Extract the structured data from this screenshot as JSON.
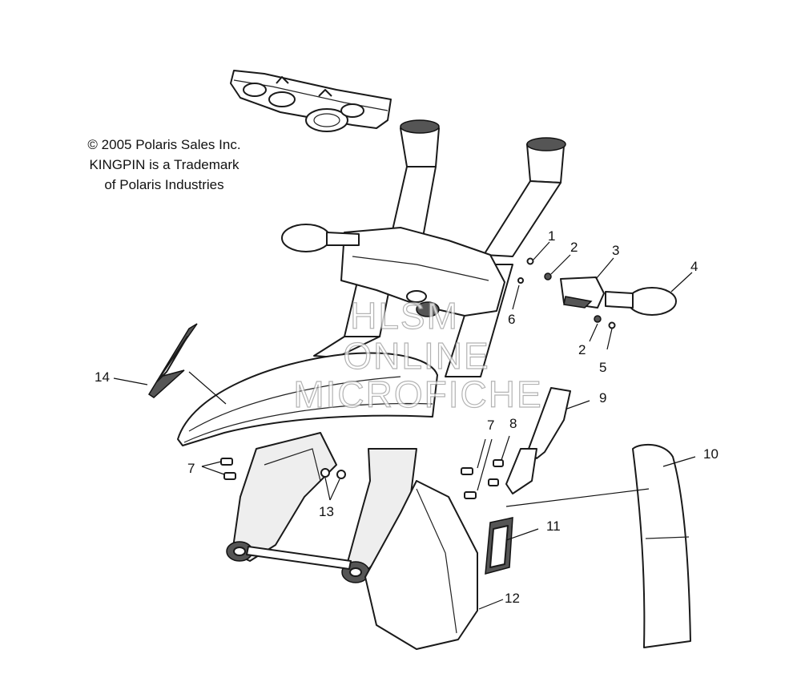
{
  "copyright": {
    "line1": "© 2005 Polaris Sales Inc.",
    "line2": "KINGPIN is a Trademark",
    "line3": "of Polaris Industries"
  },
  "watermark": {
    "line1": "HLSM",
    "line2": "ONLINE",
    "line3": "MICROFICHE"
  },
  "callouts": {
    "c1": "1",
    "c2a": "2",
    "c3": "3",
    "c4": "4",
    "c6": "6",
    "c2b": "2",
    "c5": "5",
    "c9": "9",
    "c14": "14",
    "c7a": "7",
    "c8": "8",
    "c7b": "7",
    "c13": "13",
    "c10": "10",
    "c11": "11",
    "c12": "12"
  }
}
